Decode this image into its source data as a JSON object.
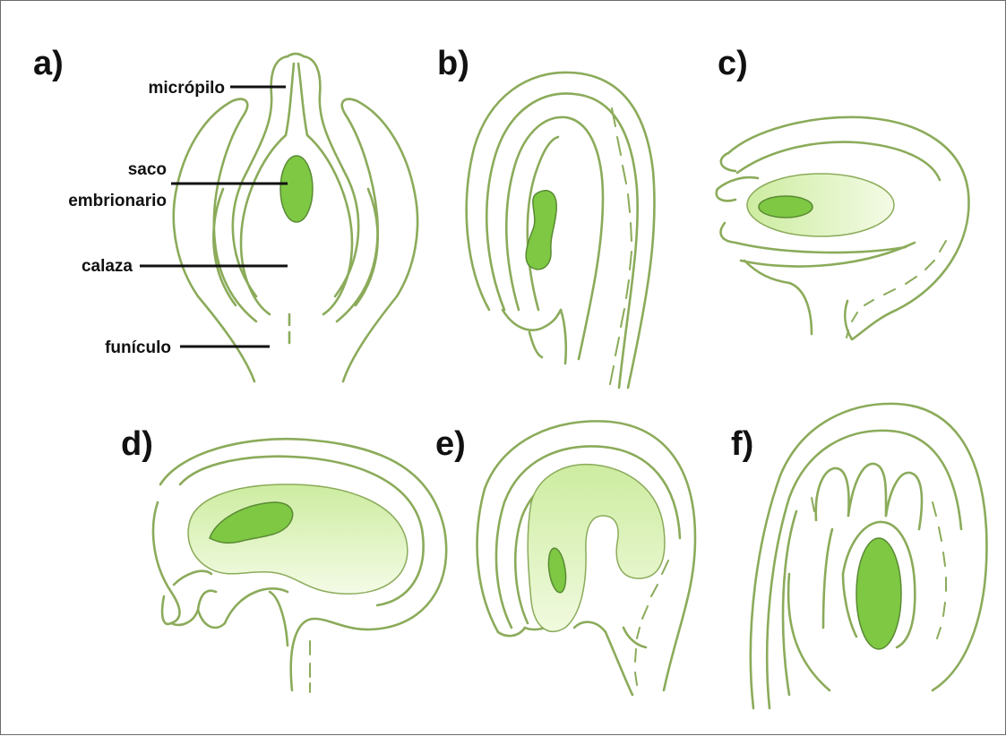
{
  "panels": [
    {
      "label": "a)"
    },
    {
      "label": "b)"
    },
    {
      "label": "c)"
    },
    {
      "label": "d)"
    },
    {
      "label": "e)"
    },
    {
      "label": "f)"
    }
  ],
  "annotations": {
    "micropyle": "micrópilo",
    "embryo_sac_line1": "saco",
    "embryo_sac_line2": "embrionario",
    "chalaza": "calaza",
    "funiculus": "funículo"
  },
  "colors": {
    "outline": "#8bab5a",
    "embryo_sac": "#7ec843",
    "nucellus_light": "#e4f5c4",
    "frame": "#6b6b6b",
    "label_line": "#111111"
  }
}
